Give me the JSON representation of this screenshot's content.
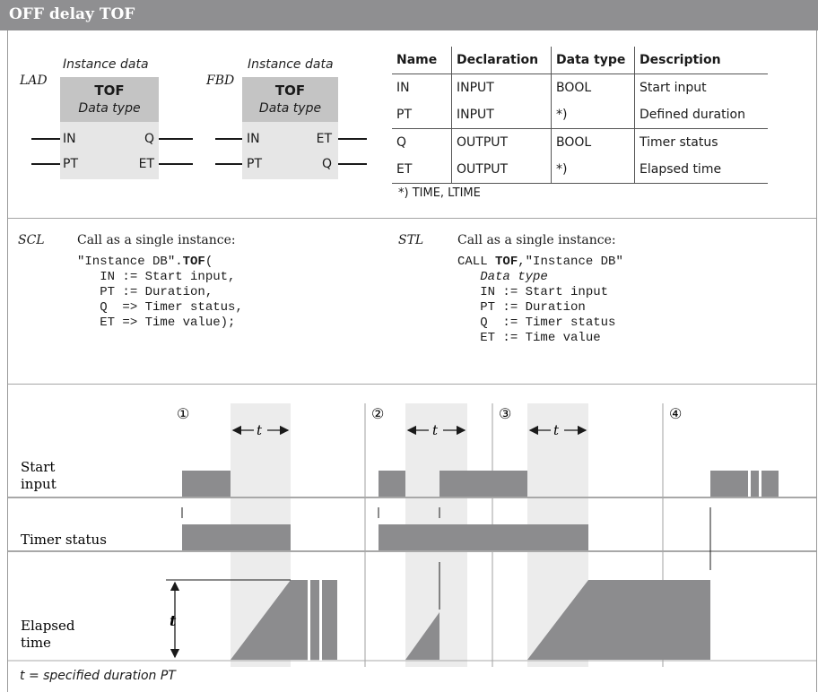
{
  "title": "OFF delay TOF",
  "lad": {
    "label": "LAD",
    "instance_label": "Instance data",
    "block_name": "TOF",
    "data_type": "Data type",
    "pins": [
      "IN",
      "PT",
      "Q",
      "ET"
    ]
  },
  "fbd": {
    "label": "FBD",
    "instance_label": "Instance data",
    "block_name": "TOF",
    "data_type": "Data type",
    "pins": [
      "IN",
      "PT",
      "ET",
      "Q"
    ]
  },
  "params_table": {
    "headers": [
      "Name",
      "Declaration",
      "Data type",
      "Description"
    ],
    "rows": [
      [
        "IN",
        "INPUT",
        "BOOL",
        "Start input"
      ],
      [
        "PT",
        "INPUT",
        "*)",
        "Defined duration"
      ],
      [
        "Q",
        "OUTPUT",
        "BOOL",
        "Timer status"
      ],
      [
        "ET",
        "OUTPUT",
        "*)",
        "Elapsed time"
      ]
    ],
    "footnote": "*) TIME, LTIME"
  },
  "scl": {
    "label": "SCL",
    "heading": "Call as a single instance:",
    "line1_prefix": "\"Instance DB\".",
    "line1_func": "TOF",
    "line1_suffix": "(",
    "lines": [
      "IN := Start input,",
      "PT := Duration,",
      "Q  => Timer status,",
      "ET => Time value);"
    ]
  },
  "stl": {
    "label": "STL",
    "heading": "Call as a single instance:",
    "line1_prefix": "CALL ",
    "line1_func": "TOF",
    "line1_suffix": ",\"Instance DB\"",
    "data_type": "Data type",
    "lines": [
      "IN := Start input",
      "PT := Duration",
      "Q  := Timer status",
      "ET := Time value"
    ]
  },
  "timing": {
    "markers": [
      "①",
      "②",
      "③",
      "④"
    ],
    "t_label": "t",
    "signals": [
      "Start input",
      "Timer status",
      "Elapsed time"
    ],
    "start_label_lines": [
      "Start",
      "input"
    ],
    "elapsed_label_lines": [
      "Elapsed",
      "time"
    ],
    "timer_label": "Timer status",
    "note": "t = specified duration PT",
    "colors": {
      "signal": "#8c8c8e",
      "shade": "#ececec",
      "line": "#a0a0a0"
    }
  }
}
